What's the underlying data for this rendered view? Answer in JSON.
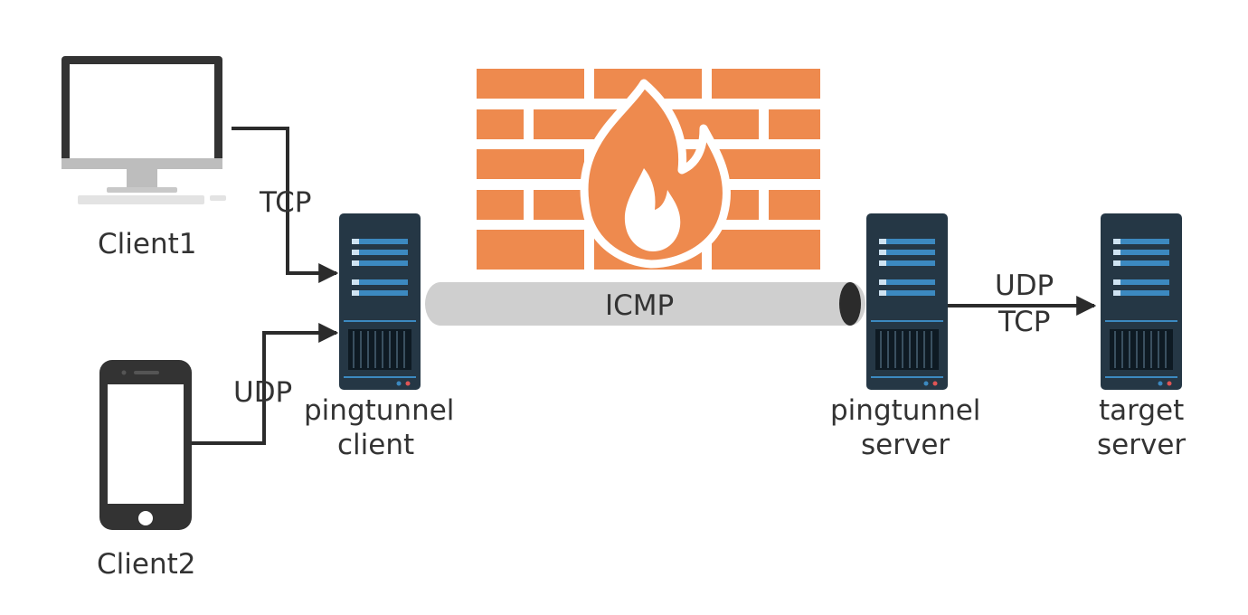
{
  "nodes": {
    "client1": {
      "label": "Client1"
    },
    "client2": {
      "label": "Client2"
    },
    "pingtunnel_client": {
      "label_line1": "pingtunnel",
      "label_line2": "client"
    },
    "pingtunnel_server": {
      "label_line1": "pingtunnel",
      "label_line2": "server"
    },
    "target_server": {
      "label_line1": "target",
      "label_line2": "server"
    }
  },
  "edges": {
    "client1_to_pt_client": {
      "label": "TCP"
    },
    "client2_to_pt_client": {
      "label": "UDP"
    },
    "tunnel": {
      "label": "ICMP"
    },
    "pt_server_to_target": {
      "label_line1": "UDP",
      "label_line2": "TCP"
    }
  },
  "colors": {
    "firewall": "#ee8a4e",
    "server_body": "#253745",
    "server_bars": "#3c89c0",
    "tunnel": "#cfcfcf",
    "line": "#2b2b2b",
    "device": "#333333"
  },
  "icons": {
    "client1": "desktop-monitor-icon",
    "client2": "smartphone-icon",
    "firewall": "firewall-icon",
    "servers": "server-tower-icon"
  }
}
